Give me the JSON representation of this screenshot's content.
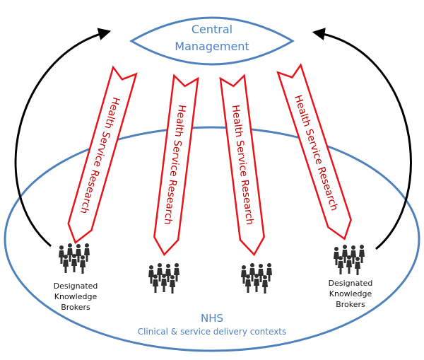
{
  "colors": {
    "ellipse_stroke": "#4f81bd",
    "label_blue": "#4f81bd",
    "arrow_red": "#e8141b",
    "arrow_text": "#c00000",
    "curve_black": "#000000",
    "people": "#303030"
  },
  "central": {
    "line1": "Central",
    "line2": "Management"
  },
  "nhs": {
    "title": "NHS",
    "subtitle": "Clinical & service delivery contexts"
  },
  "arrows": [
    {
      "label": "Health  Service  Research"
    },
    {
      "label": "Health  Service  Research"
    },
    {
      "label": "Health  Service  Research"
    },
    {
      "label": "Health  Service  Research"
    }
  ],
  "brokers_left": {
    "line1": "Designated",
    "line2": "Knowledge",
    "line3": "Brokers",
    "icon": "people-group-icon"
  },
  "brokers_right": {
    "line1": "Designated",
    "line2": "Knowledge",
    "line3": "Brokers",
    "icon": "people-group-icon"
  },
  "groups": [
    {
      "icon": "people-group-icon"
    },
    {
      "icon": "people-group-icon"
    },
    {
      "icon": "people-group-icon"
    },
    {
      "icon": "people-group-icon"
    }
  ]
}
